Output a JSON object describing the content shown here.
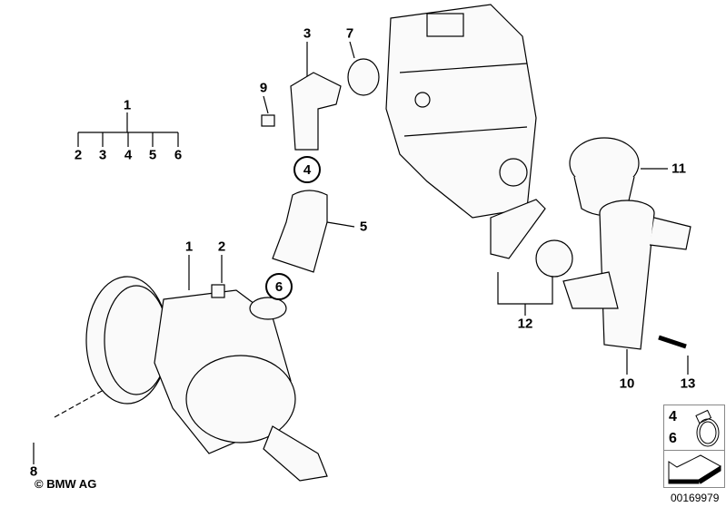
{
  "tree": {
    "parent": "1",
    "children": [
      "2",
      "3",
      "4",
      "5",
      "6"
    ]
  },
  "callouts": {
    "c1": "1",
    "c2": "2",
    "c3": "3",
    "c4": "4",
    "c5": "5",
    "c6": "6",
    "c7": "7",
    "c8": "8",
    "c9": "9",
    "c10": "10",
    "c11": "11",
    "c12": "12",
    "c13": "13"
  },
  "legend_box": {
    "top_labels": [
      "4",
      "6"
    ],
    "icon": "hose-clamp-icon",
    "bottom_icon": "arrow-icon"
  },
  "copyright": "© BMW AG",
  "diagram_number": "00169979"
}
